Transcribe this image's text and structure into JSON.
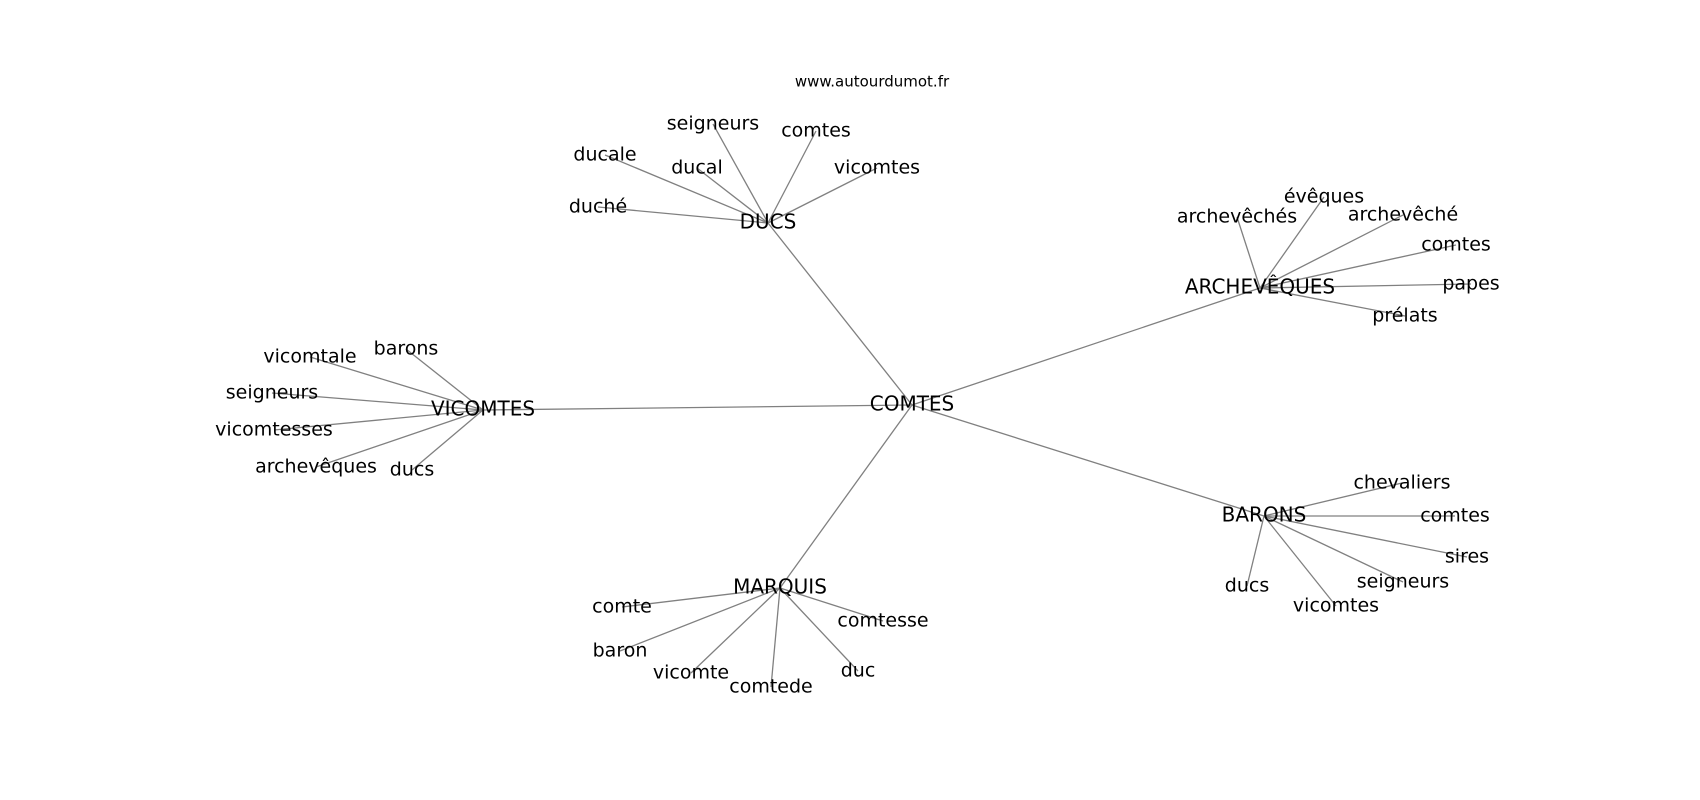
{
  "source": "www.autourdumot.fr",
  "center": {
    "id": "comtes",
    "label": "COMTES"
  },
  "hubs": [
    {
      "id": "ducs",
      "label": "DUCS",
      "leaves": [
        "seigneurs",
        "comtes",
        "ducale",
        "ducal",
        "vicomtes",
        "duché"
      ]
    },
    {
      "id": "archeveques",
      "label": "ARCHEVÊQUES",
      "leaves": [
        "évêques",
        "archevêchés",
        "archevêché",
        "comtes",
        "papes",
        "prélats"
      ]
    },
    {
      "id": "vicomtes",
      "label": "VICOMTES",
      "leaves": [
        "vicomtale",
        "barons",
        "seigneurs",
        "vicomtesses",
        "archevêques",
        "ducs"
      ]
    },
    {
      "id": "barons",
      "label": "BARONS",
      "leaves": [
        "chevaliers",
        "comtes",
        "sires",
        "seigneurs",
        "ducs",
        "vicomtes"
      ]
    },
    {
      "id": "marquis",
      "label": "MARQUIS",
      "leaves": [
        "comte",
        "comtesse",
        "baron",
        "vicomte",
        "comtede",
        "duc"
      ]
    }
  ]
}
